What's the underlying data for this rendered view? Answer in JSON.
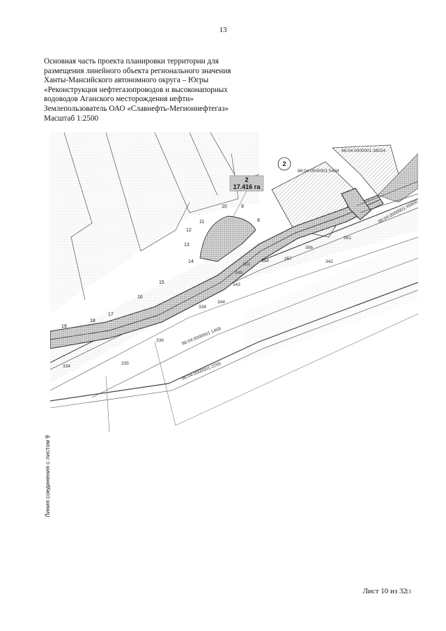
{
  "page": {
    "number": "13"
  },
  "heading": {
    "lines": [
      "Основная часть проекта планировки территории для",
      "размещения линейного объекта регионального значения",
      "Ханты-Мансийского автономного округа – Югры",
      "«Реконструкция нефтегазопроводов и высоконапорных",
      "водоводов Аганского месторождения нефти»",
      "Землепользователь ОАО «Славнефть-Мегионнефтегаз»",
      "Масштаб 1:2500"
    ]
  },
  "map": {
    "area": {
      "number": "2",
      "value": "17.416 га"
    },
    "circle_label": "2",
    "point_labels": [
      "8",
      "9",
      "10",
      "11",
      "12",
      "13",
      "14",
      "15",
      "16",
      "17",
      "18",
      "19"
    ],
    "parcel_labels": [
      "334",
      "335",
      "336",
      "338",
      "342",
      "343",
      "344",
      "345",
      "353",
      "354",
      "356",
      "357",
      "361"
    ],
    "cadastral_labels": [
      "86:04:0000001:38024",
      "86:04:0000001:5494",
      "86:04:0000001:1458",
      "86:04:0000001:45600",
      "86:04:0000001:2256"
    ]
  },
  "side_label": "Линия соединения с листом 9",
  "footer": {
    "sheet": "Лист 10 из 32",
    "overlay_number": "13"
  },
  "colors": {
    "hatch": "#888888",
    "corridor": "#555555",
    "highlight_box": "#c8c8c8"
  }
}
